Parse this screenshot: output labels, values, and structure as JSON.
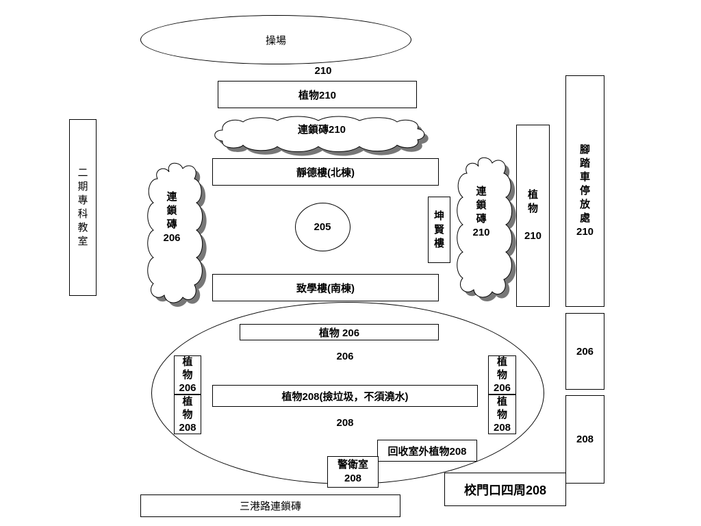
{
  "playground": "操場",
  "playground_code": "210",
  "plant_north": "植物210",
  "brick_north": "連鎖磚210",
  "north_building": "靜德樓(北棟)",
  "center_code": "205",
  "south_building": "致學樓(南棟)",
  "phase2_classroom": [
    "二",
    "期",
    "專",
    "科",
    "教",
    "室"
  ],
  "brick_west": [
    "連",
    "鎖",
    "磚",
    "206"
  ],
  "kunxian_building": [
    "坤",
    "賢",
    "樓"
  ],
  "brick_east": [
    "連",
    "鎖",
    "磚",
    "210"
  ],
  "plant_east": [
    "植",
    "物",
    "",
    "210"
  ],
  "bike_parking": [
    "腳",
    "踏",
    "車",
    "停",
    "放",
    "處",
    "210"
  ],
  "right_206": "206",
  "right_208": "208",
  "plant_206_center": "植物 206",
  "label_206": "206",
  "plant_208_center": "植物208(撿垃圾，不須澆水)",
  "label_208": "208",
  "left_plant_206": [
    "植",
    "物",
    "206"
  ],
  "left_plant_208": [
    "植",
    "物",
    "208"
  ],
  "right_plant_206": [
    "植",
    "物",
    "206"
  ],
  "right_plant_208": [
    "植",
    "物",
    "208"
  ],
  "recycle_plant": "回收室外植物208",
  "guard_room": [
    "警衛室",
    "208"
  ],
  "school_gate": "校門口四周208",
  "sangang_road": "三港路連鎖磚"
}
